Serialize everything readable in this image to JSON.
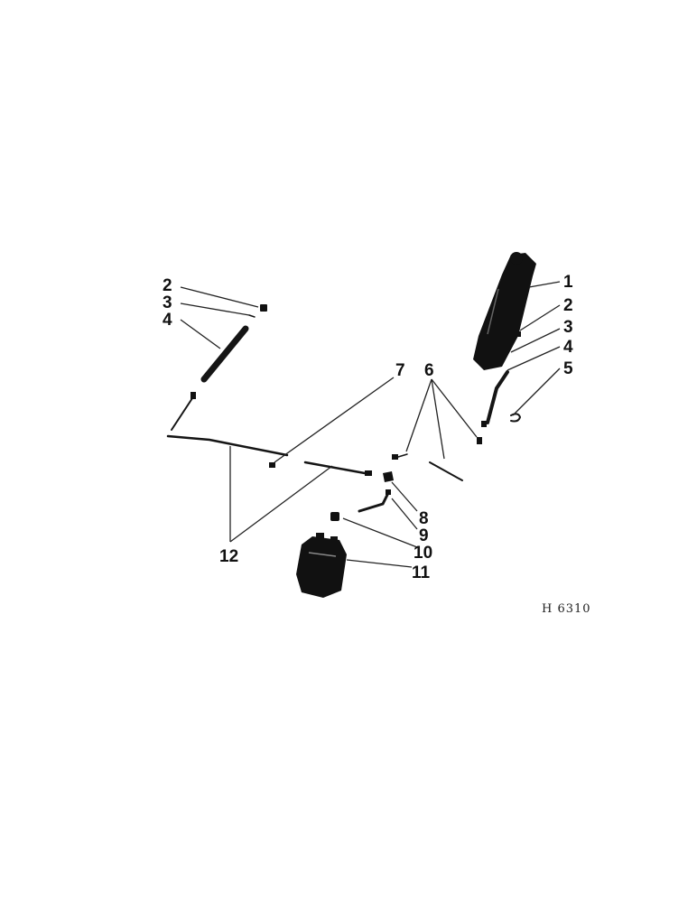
{
  "figure": {
    "id_label": "H 6310",
    "callouts": {
      "left_2": "2",
      "left_3": "3",
      "left_4": "4",
      "right_1": "1",
      "right_2": "2",
      "right_3": "3",
      "right_4": "4",
      "right_5": "5",
      "c6": "6",
      "c7": "7",
      "c8": "8",
      "c9": "9",
      "c10": "10",
      "c11": "11",
      "c12": "12"
    }
  }
}
